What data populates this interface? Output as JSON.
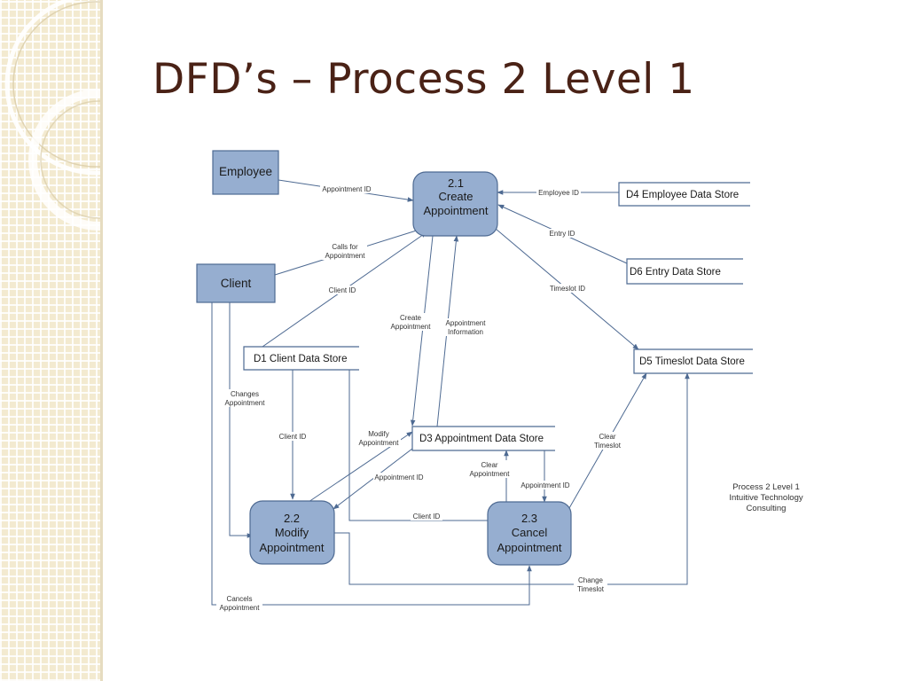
{
  "slide": {
    "title": "DFD’s – Process 2 Level 1"
  },
  "colors": {
    "title": "#4a2216",
    "node_fill": "#96aed0",
    "node_stroke": "#4e6a92",
    "sidebar": "#f3ead0"
  },
  "diagram": {
    "external_entities": {
      "employee": "Employee",
      "client": "Client"
    },
    "processes": {
      "p21": {
        "number": "2.1",
        "line1": "Create",
        "line2": "Appointment"
      },
      "p22": {
        "number": "2.2",
        "line1": "Modify",
        "line2": "Appointment"
      },
      "p23": {
        "number": "2.3",
        "line1": "Cancel",
        "line2": "Appointment"
      }
    },
    "data_stores": {
      "d1": "D1 Client Data Store",
      "d3": "D3  Appointment Data Store",
      "d4": "D4  Employee Data Store",
      "d5": "D5  Timeslot Data Store",
      "d6": "D6   Entry Data Store"
    },
    "flows": {
      "emp_appt_id": "Appointment ID",
      "calls_for_1": "Calls for",
      "calls_for_2": "Appointment",
      "client_id_d1_21": "Client ID",
      "employee_id": "Employee ID",
      "entry_id": "Entry ID",
      "timeslot_id": "Timeslot ID",
      "create_appt_1": "Create",
      "create_appt_2": "Appointment",
      "appt_info_1": "Appointment",
      "appt_info_2": "Information",
      "changes_appt_1": "Changes",
      "changes_appt_2": "Appointment",
      "client_id_d1_22": "Client ID",
      "modify_appt_1": "Modify",
      "modify_appt_2": "Appointment",
      "appt_id_d3_22": "Appointment ID",
      "clear_appt_1": "Clear",
      "clear_appt_2": "Appointment",
      "appt_id_d3_23": "Appointment ID",
      "clear_timeslot_1": "Clear",
      "clear_timeslot_2": "Timeslot",
      "client_id_d1_23": "Client ID",
      "change_timeslot_1": "Change",
      "change_timeslot_2": "Timeslot",
      "cancels_appt_1": "Cancels",
      "cancels_appt_2": "Appointment"
    },
    "note": {
      "line1": "Process 2 Level 1",
      "line2": "Intuitive Technology",
      "line3": "Consulting"
    }
  }
}
